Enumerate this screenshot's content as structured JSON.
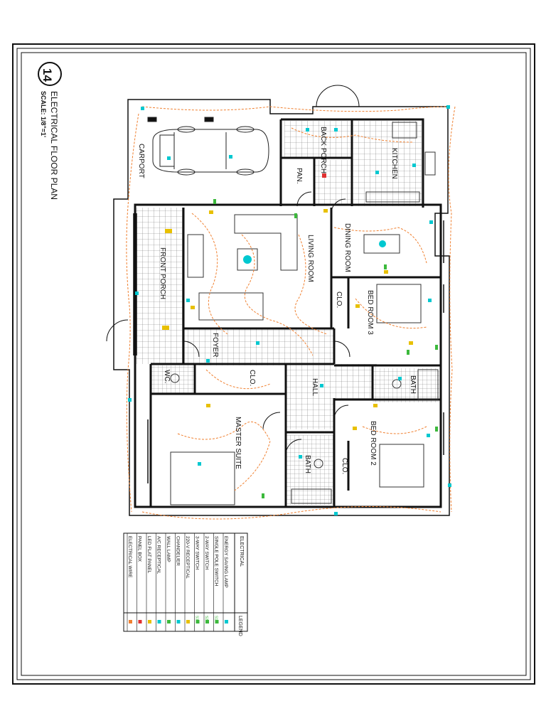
{
  "title": {
    "number": "14",
    "main": "ELECTRICAL FLOOR PLAN",
    "scale": "SCALE: 1/8\"=1'"
  },
  "rooms": {
    "carport": "CARPORT",
    "back_porch": "BACK PORCH",
    "kitchen": "KITCHEN",
    "pantry": "PAN.",
    "dining_room": "DINING ROOM",
    "living_room": "LIVING ROOM",
    "front_porch": "FRONT PORCH",
    "bed_room_3": "BED ROOM 3",
    "closet_bed3": "CLO.",
    "foyer": "FOYER",
    "wc": "WC.",
    "closet_foyer": "CLO.",
    "hall": "HALL",
    "bath_1": "BATH",
    "master_suite": "MASTER SUITE",
    "bed_room_2": "BED ROOM 2",
    "closet_bed2": "CLO.",
    "bath_2": "BATH"
  },
  "legend": {
    "header": "LEGEND",
    "group_label": "ELECTRICAL",
    "items": [
      {
        "label": "ENERGY SAVING LAMP",
        "symbol": "",
        "color": "#00c8d0"
      },
      {
        "label": "SINGLE POLE SWITCH",
        "symbol": "S1",
        "color": "#3cb93c"
      },
      {
        "label": "2-WAY SWITCH",
        "symbol": "S2",
        "color": "#3cb93c"
      },
      {
        "label": "3-WAY SWITCH",
        "symbol": "S3",
        "color": "#3cb93c"
      },
      {
        "label": "220-V RECEPTICAL",
        "symbol": "",
        "color": "#e8c000"
      },
      {
        "label": "CHANDELIER",
        "symbol": "",
        "color": "#00c8d0"
      },
      {
        "label": "WALL LAMP",
        "symbol": "",
        "color": "#3cb93c"
      },
      {
        "label": "A/C RECEPTICAL",
        "symbol": "",
        "color": "#00c8d0"
      },
      {
        "label": "LED FLAT PANEL",
        "symbol": "",
        "color": "#e8c000"
      },
      {
        "label": "PANEL BOX",
        "symbol": "",
        "color": "#e03030"
      },
      {
        "label": "ELECTRICAL WIRE",
        "symbol": "",
        "color": "#f08030"
      }
    ]
  },
  "colors": {
    "wall": "#111111",
    "wire": "#f08030",
    "lamp": "#00c8d0",
    "switch": "#3cb93c",
    "receptacle": "#e8c000",
    "panel_box": "#e03030"
  }
}
